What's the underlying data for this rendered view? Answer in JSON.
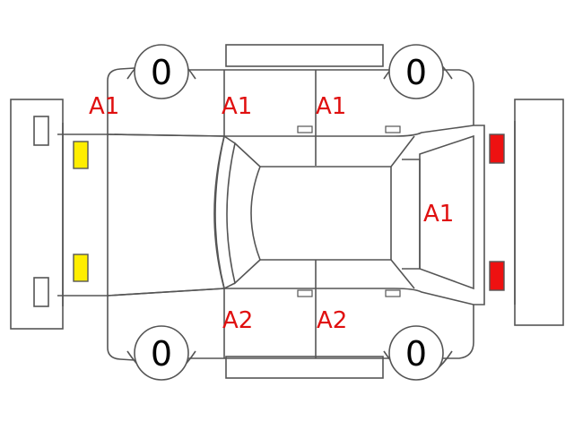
{
  "colors": {
    "outline": "#555555",
    "damage_label": "#e01010",
    "front_lamp": "#ffee00",
    "rear_lamp": "#ee1111"
  },
  "damage_codes": {
    "front_left_fender": "A1",
    "front_left_door": "A1",
    "rear_left_door": "A1",
    "rear_hatch": "A1",
    "front_right_door": "A2",
    "rear_right_door": "A2"
  },
  "tyres": {
    "front_left": "0",
    "rear_left": "0",
    "front_right": "0",
    "rear_right": "0"
  }
}
